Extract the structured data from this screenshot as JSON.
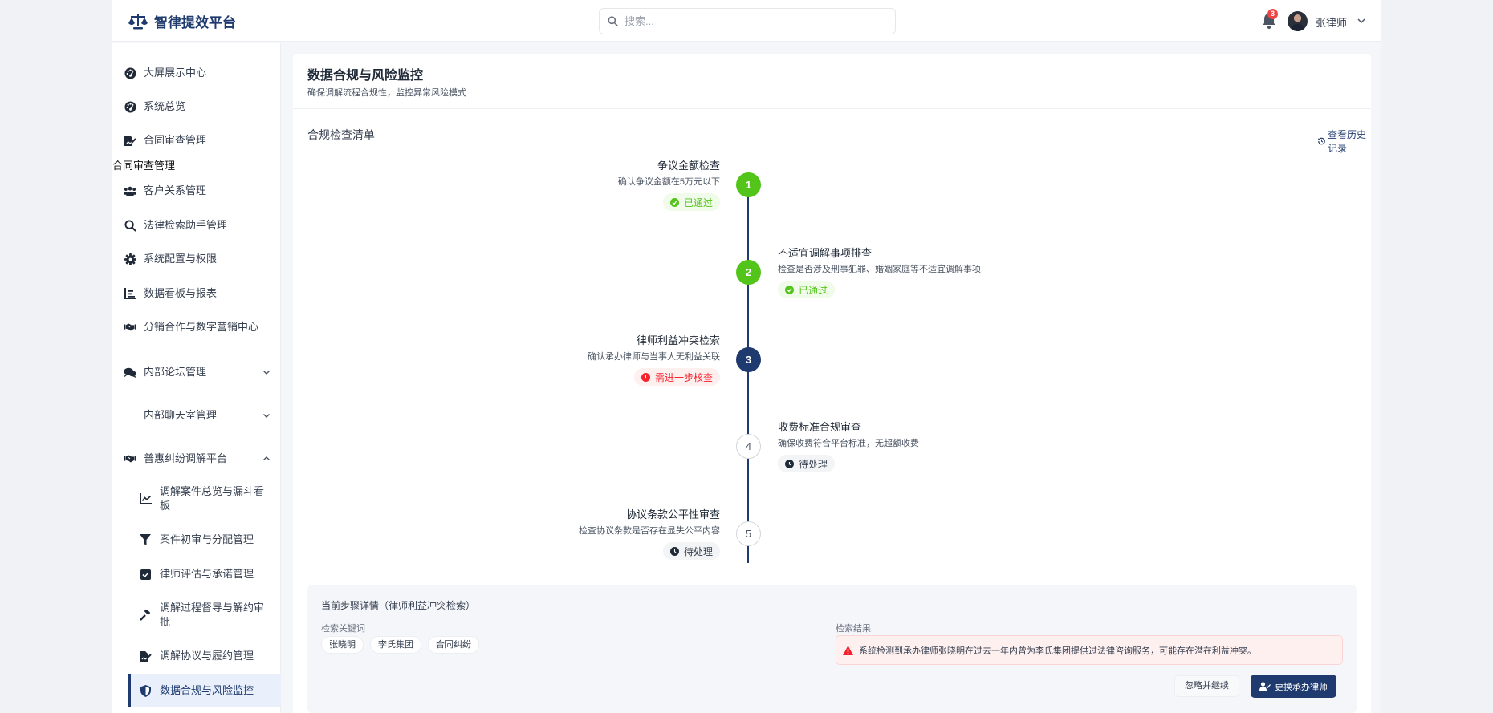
{
  "header": {
    "app_name": "智律提效平台",
    "search_placeholder": "搜索...",
    "notification_count": "3",
    "user_name": "张律师"
  },
  "sidebar": {
    "items": [
      {
        "label": "大屏展示中心",
        "icon": "dashboard-icon"
      },
      {
        "label": "系统总览",
        "icon": "dashboard-icon"
      },
      {
        "label": "合同审查管理",
        "icon": "file-signature-icon"
      },
      {
        "label": "客户关系管理",
        "icon": "users-icon"
      },
      {
        "label": "法律检索助手管理",
        "icon": "search-icon"
      },
      {
        "label": "系统配置与权限",
        "icon": "gear-icon"
      },
      {
        "label": "数据看板与报表",
        "icon": "chart-icon"
      },
      {
        "label": "分销合作与数字营销中心",
        "icon": "handshake-icon"
      },
      {
        "label": "内部论坛管理",
        "icon": "comments-icon",
        "expandable": true
      },
      {
        "label": "内部聊天室管理",
        "icon": "",
        "expandable": true
      },
      {
        "label": "普惠纠纷调解平台",
        "icon": "handshake-icon",
        "expanded": true
      }
    ],
    "stray_label": "合同审查管理",
    "sub_items": [
      {
        "label": "调解案件总览与漏斗看板",
        "icon": "line-chart-icon"
      },
      {
        "label": "案件初审与分配管理",
        "icon": "filter-icon"
      },
      {
        "label": "律师评估与承诺管理",
        "icon": "check-square-icon"
      },
      {
        "label": "调解过程督导与解约审批",
        "icon": "gavel-icon"
      },
      {
        "label": "调解协议与履约管理",
        "icon": "file-signature-icon"
      },
      {
        "label": "数据合规与风险监控",
        "icon": "shield-icon",
        "active": true
      }
    ]
  },
  "main": {
    "title": "数据合规与风险监控",
    "subtitle": "确保调解流程合规性，监控异常风险模式",
    "section_title": "合规检查清单",
    "history_link": "查看历史记录",
    "steps": [
      {
        "num": "1",
        "title": "争议金额检查",
        "desc": "确认争议金额在5万元以下",
        "status": "已通过",
        "state": "done",
        "side": "left"
      },
      {
        "num": "2",
        "title": "不适宜调解事项排查",
        "desc": "检查是否涉及刑事犯罪、婚姻家庭等不适宜调解事项",
        "status": "已通过",
        "state": "done",
        "side": "right"
      },
      {
        "num": "3",
        "title": "律师利益冲突检索",
        "desc": "确认承办律师与当事人无利益关联",
        "status": "需进一步核查",
        "state": "current",
        "side": "left"
      },
      {
        "num": "4",
        "title": "收费标准合规审查",
        "desc": "确保收费符合平台标准，无超额收费",
        "status": "待处理",
        "state": "pending",
        "side": "right"
      },
      {
        "num": "5",
        "title": "协议条款公平性审查",
        "desc": "检查协议条款是否存在显失公平内容",
        "status": "待处理",
        "state": "pending",
        "side": "left"
      }
    ],
    "details": {
      "title": "当前步骤详情（律师利益冲突检索）",
      "keywords_label": "检索关键词",
      "keywords": [
        "张晓明",
        "李氏集团",
        "合同纠纷"
      ],
      "result_label": "检索结果",
      "result_text": "系统检测到承办律师张晓明在过去一年内曾为李氏集团提供过法律咨询服务，可能存在潜在利益冲突。",
      "ignore_button": "忽略并继续",
      "replace_button": "更换承办律师"
    }
  },
  "colors": {
    "brand": "#1e3a6e",
    "success": "#52c41a",
    "danger": "#f5222d",
    "badge": "#ef4444"
  }
}
